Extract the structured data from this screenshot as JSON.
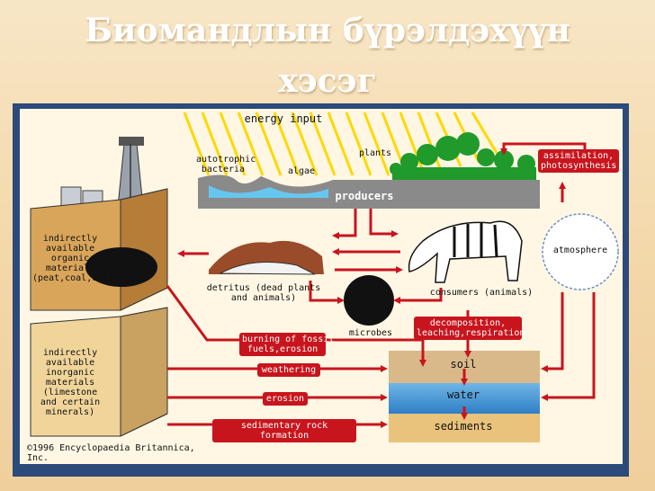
{
  "slide": {
    "title_line1": "Биомандлын бүрэлдэхүүн",
    "title_line2": "хэсэг"
  },
  "diagram": {
    "energy_input": "energy input",
    "autotrophic_bacteria": "autotrophic\nbacteria",
    "algae": "algae",
    "plants": "plants",
    "producers": "producers",
    "assimilation": "assimilation,\nphotosynthesis",
    "atmosphere": "atmosphere",
    "detritus": "detritus (dead plants\nand animals)",
    "microbes": "microbes",
    "consumers": "consumers (animals)",
    "decomposition": "decomposition,\nleaching,respiration",
    "organic_materials": "indirectly\navailable\norganic\nmaterials\n(peat,coal,oil)",
    "inorganic_materials": "indirectly\navailable\ninorganic\nmaterials\n(limestone\nand certain\nminerals)",
    "burning": "burning of fossil\nfuels,erosion",
    "weathering": "weathering",
    "erosion": "erosion",
    "sedimentary": "sedimentary rock formation",
    "soil": "soil",
    "water": "water",
    "sediments": "sediments",
    "copyright": "©1996 Encyclopaedia Britannica, Inc."
  },
  "colors": {
    "arrow": "#c8151d",
    "frame": "#2c4a7a",
    "panel": "#fff7e4"
  }
}
